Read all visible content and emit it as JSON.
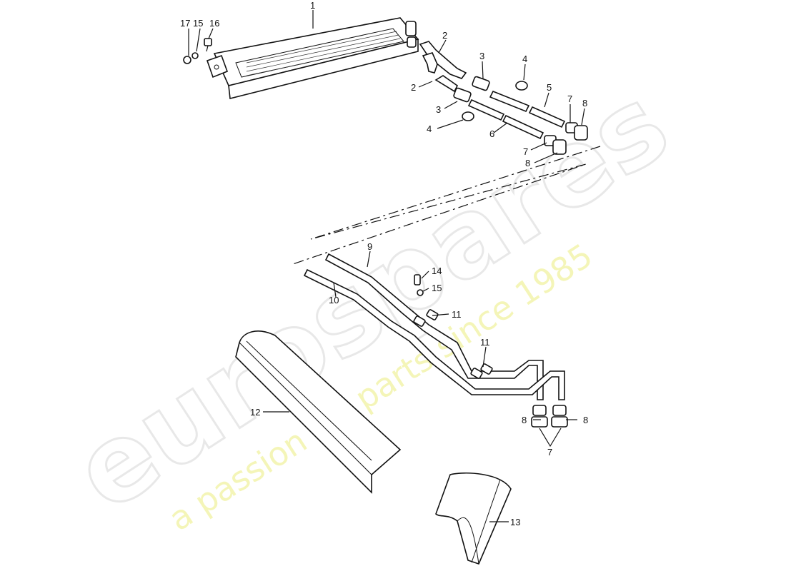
{
  "watermark": {
    "brand": "eurospares",
    "tagline": "a passion for parts since 1985"
  },
  "callouts": [
    {
      "id": "c1",
      "text": "1"
    },
    {
      "id": "c2a",
      "text": "2"
    },
    {
      "id": "c2b",
      "text": "2"
    },
    {
      "id": "c3a",
      "text": "3"
    },
    {
      "id": "c3b",
      "text": "3"
    },
    {
      "id": "c4a",
      "text": "4"
    },
    {
      "id": "c4b",
      "text": "4"
    },
    {
      "id": "c5",
      "text": "5"
    },
    {
      "id": "c6",
      "text": "6"
    },
    {
      "id": "c7a",
      "text": "7"
    },
    {
      "id": "c7b",
      "text": "7"
    },
    {
      "id": "c7c",
      "text": "7"
    },
    {
      "id": "c8a",
      "text": "8"
    },
    {
      "id": "c8b",
      "text": "8"
    },
    {
      "id": "c8c",
      "text": "8"
    },
    {
      "id": "c8d",
      "text": "8"
    },
    {
      "id": "c9",
      "text": "9"
    },
    {
      "id": "c10",
      "text": "10"
    },
    {
      "id": "c11a",
      "text": "11"
    },
    {
      "id": "c11b",
      "text": "11"
    },
    {
      "id": "c12",
      "text": "12"
    },
    {
      "id": "c13",
      "text": "13"
    },
    {
      "id": "c14",
      "text": "14"
    },
    {
      "id": "c15a",
      "text": "15"
    },
    {
      "id": "c15b",
      "text": "15"
    },
    {
      "id": "c16",
      "text": "16"
    },
    {
      "id": "c17",
      "text": "17"
    }
  ]
}
